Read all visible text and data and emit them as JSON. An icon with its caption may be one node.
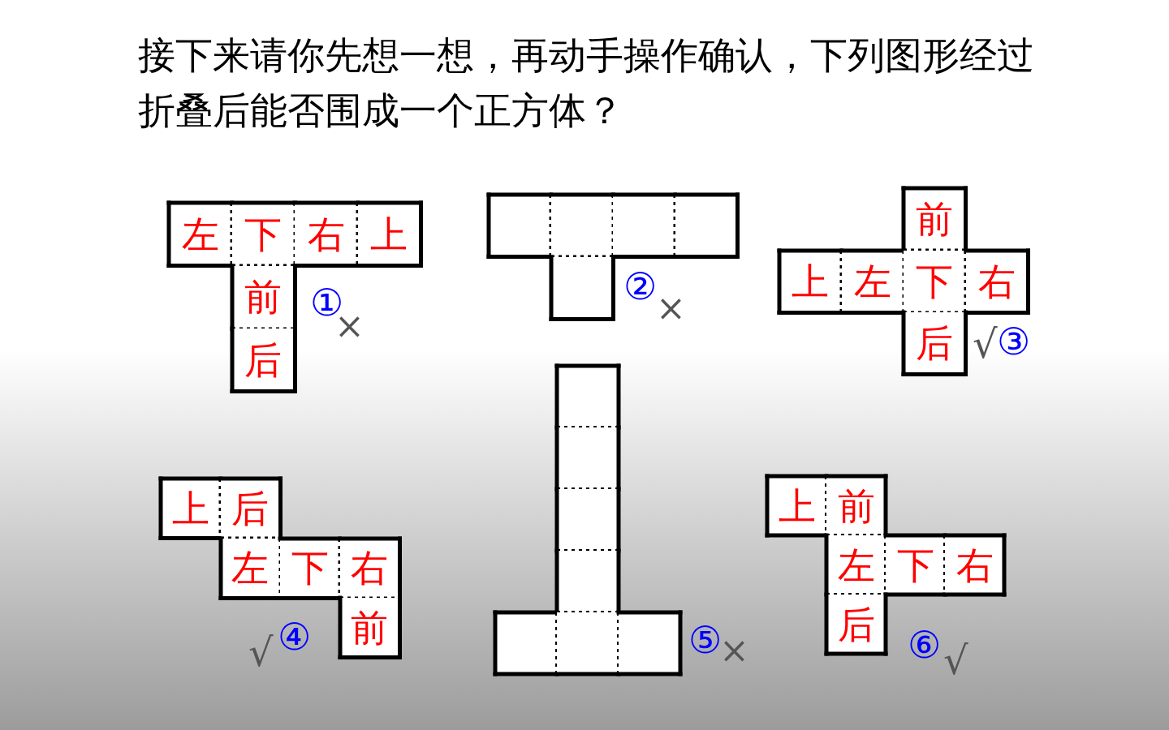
{
  "diagram": {
    "title": "接下来请你先想一想，再动手操作确认，下列图形经过折叠后能否围成一个正方体？",
    "nodes": [
      {
        "text": [
          "左"
        ]
      },
      {
        "text": [
          "下"
        ]
      },
      {
        "text": [
          "右"
        ]
      },
      {
        "text": [
          "上"
        ]
      },
      {
        "text": [
          "前"
        ]
      },
      {
        "text": [
          "后"
        ]
      },
      {
        "text": [],
        "shape": "box"
      },
      {
        "text": [],
        "shape": "box"
      },
      {
        "text": [],
        "shape": "box"
      },
      {
        "text": [],
        "shape": "box"
      },
      {
        "text": [],
        "shape": "box"
      },
      {
        "text": [
          "前"
        ]
      },
      {
        "text": [
          "上"
        ]
      },
      {
        "text": [
          "左"
        ]
      },
      {
        "text": [
          "下"
        ]
      },
      {
        "text": [
          "右"
        ]
      },
      {
        "text": [
          "后"
        ]
      },
      {
        "text": [
          "上"
        ]
      },
      {
        "text": [
          "后"
        ]
      },
      {
        "text": [
          "左"
        ]
      },
      {
        "text": [
          "下"
        ]
      },
      {
        "text": [
          "右"
        ]
      },
      {
        "text": [
          "前"
        ]
      },
      {
        "text": [],
        "shape": "box"
      },
      {
        "text": [],
        "shape": "box"
      },
      {
        "text": [],
        "shape": "box"
      },
      {
        "text": [],
        "shape": "box"
      },
      {
        "text": [],
        "shape": "box"
      },
      {
        "text": [],
        "shape": "box"
      },
      {
        "text": [],
        "shape": "box"
      },
      {
        "text": [
          "上"
        ]
      },
      {
        "text": [
          "前"
        ]
      },
      {
        "text": [
          "左"
        ]
      },
      {
        "text": [
          "下"
        ]
      },
      {
        "text": [
          "右"
        ]
      },
      {
        "text": [
          "后"
        ]
      }
    ],
    "labels": [
      "①",
      "×",
      "②",
      "×",
      "√",
      "③",
      "√",
      "④",
      "⑤",
      "×",
      "⑥",
      "√"
    ]
  }
}
